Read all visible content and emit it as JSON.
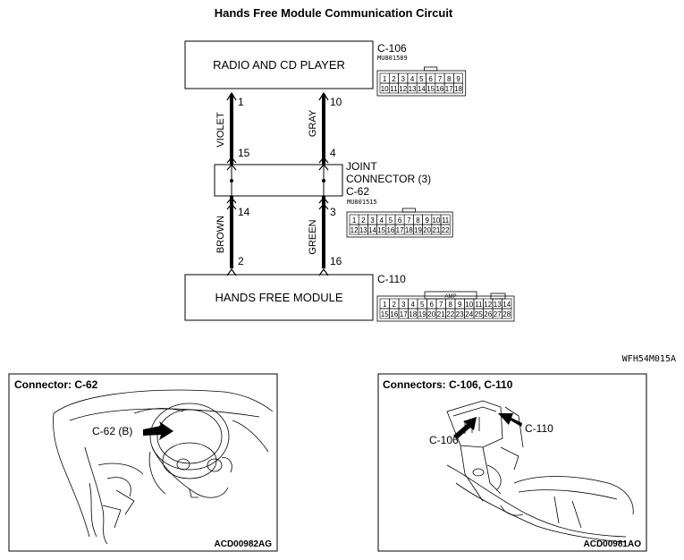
{
  "title": "Hands Free Module Communication Circuit",
  "radio": {
    "label": "RADIO AND CD PLAYER",
    "connector": "C-106",
    "part": "MU801589",
    "row1": [
      "1",
      "2",
      "3",
      "4",
      "5",
      "6",
      "7",
      "8",
      "9"
    ],
    "row2": [
      "10",
      "11",
      "12",
      "13",
      "14",
      "15",
      "16",
      "17",
      "18"
    ]
  },
  "joint": {
    "line1": "JOINT",
    "line2": "CONNECTOR (3)",
    "connector": "C-62",
    "part": "MU801515",
    "row1": [
      "1",
      "2",
      "3",
      "4",
      "5",
      "6",
      "7",
      "8",
      "9",
      "10",
      "11"
    ],
    "row2": [
      "12",
      "13",
      "14",
      "15",
      "16",
      "17",
      "18",
      "19",
      "20",
      "21",
      "22"
    ]
  },
  "hfm": {
    "label": "HANDS FREE MODULE",
    "connector": "C-110",
    "amp": "AMP",
    "row1": [
      "1",
      "2",
      "3",
      "4",
      "5",
      "6",
      "7",
      "8",
      "9",
      "10",
      "11",
      "12",
      "13",
      "14"
    ],
    "row2": [
      "15",
      "16",
      "17",
      "18",
      "19",
      "20",
      "21",
      "22",
      "23",
      "24",
      "25",
      "26",
      "27",
      "28"
    ]
  },
  "wires": {
    "left": {
      "top_color": "VIOLET",
      "bottom_color": "BROWN",
      "pins": [
        "1",
        "15",
        "14",
        "2"
      ]
    },
    "right": {
      "top_color": "GRAY",
      "bottom_color": "GREEN",
      "pins": [
        "10",
        "4",
        "3",
        "16"
      ]
    }
  },
  "figure_code": "WFH54M015A",
  "panel_left": {
    "title": "Connector: C-62",
    "callout": "C-62 (B)",
    "code": "ACD00982AG"
  },
  "panel_right": {
    "title": "Connectors: C-106, C-110",
    "callout_a": "C-106",
    "callout_b": "C-110",
    "code": "ACD00981AO"
  }
}
